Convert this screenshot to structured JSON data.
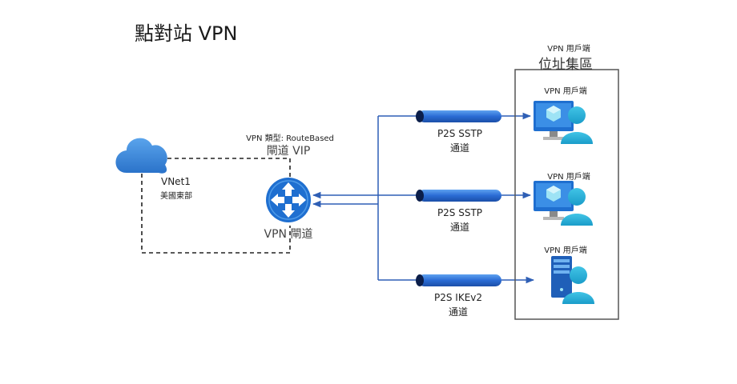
{
  "title": "點對站 VPN",
  "vnet": {
    "name": "VNet1",
    "region": "美國東部"
  },
  "gateway": {
    "type_label": "VPN 類型: RouteBased",
    "vip_label": "閘道 VIP",
    "name": "VPN 閘道"
  },
  "pool": {
    "header_small": "VPN 用戶端",
    "header": "位址集區"
  },
  "clients": [
    {
      "label": "VPN 用戶端",
      "kind": "computer"
    },
    {
      "label": "VPN 用戶端",
      "kind": "computer"
    },
    {
      "label": "VPN 用戶端",
      "kind": "server"
    }
  ],
  "tunnels": [
    {
      "protocol": "P2S SSTP",
      "label": "通道"
    },
    {
      "protocol": "P2S SSTP",
      "label": "通道"
    },
    {
      "protocol": "P2S IKEv2",
      "label": "通道"
    }
  ],
  "colors": {
    "line": "#2f5fb5",
    "tube": "#2a6bd4",
    "tube_dark": "#0b1e4a",
    "cloud": "#3b86d8",
    "gateway": "#1f6fd0"
  },
  "icons": [
    "cloud-icon",
    "vpn-gateway-icon",
    "tunnel-icon",
    "computer-icon",
    "user-icon",
    "server-icon"
  ]
}
